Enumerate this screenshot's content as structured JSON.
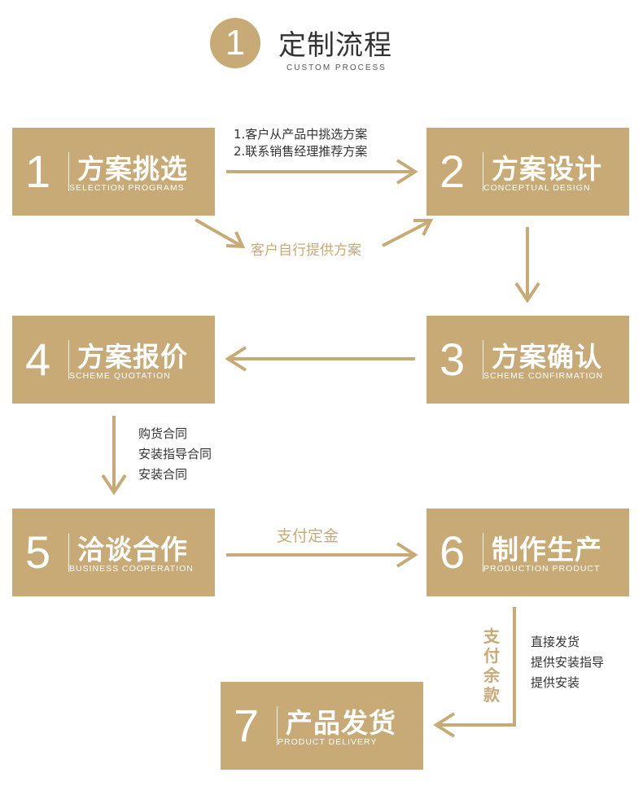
{
  "header": {
    "number": "1",
    "title": "定制流程",
    "subtitle": "CUSTOM PROCESS"
  },
  "steps": [
    {
      "num": "1",
      "title": "方案挑选",
      "subtitle": "SELECTION PROGRAMS"
    },
    {
      "num": "2",
      "title": "方案设计",
      "subtitle": "CONCEPTUAL DESIGN"
    },
    {
      "num": "3",
      "title": "方案确认",
      "subtitle": "SCHEME CONFIRMATION"
    },
    {
      "num": "4",
      "title": "方案报价",
      "subtitle": "SCHEME QUOTATION"
    },
    {
      "num": "5",
      "title": "洽谈合作",
      "subtitle": "BUSINESS COOPERATION"
    },
    {
      "num": "6",
      "title": "制作生产",
      "subtitle": "PRODUCTION PRODUCT"
    },
    {
      "num": "7",
      "title": "产品发货",
      "subtitle": "PRODUCT DELIVERY"
    }
  ],
  "notes": {
    "step1_to_2": [
      "1.客户从产品中挑选方案",
      "2.联系销售经理推荐方案"
    ],
    "self_provided": "客户自行提供方案",
    "quotation_contracts": [
      "购货合同",
      "安装指导合同",
      "安装合同"
    ],
    "deposit": "支付定金",
    "balance": "支付余款",
    "delivery_services": [
      "直接发货",
      "提供安装指导",
      "提供安装"
    ]
  },
  "colors": {
    "accent": "#c8aa76",
    "text": "#333333",
    "background": "#ffffff"
  }
}
